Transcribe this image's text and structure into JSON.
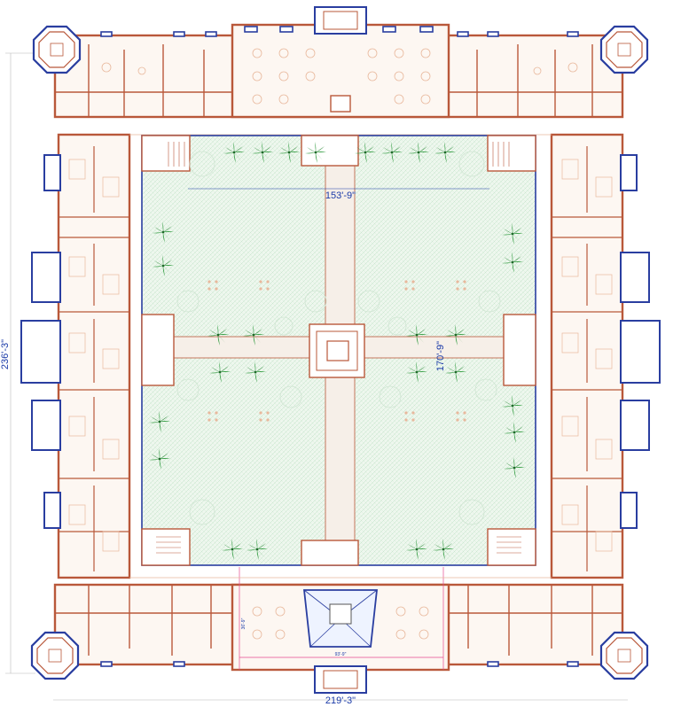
{
  "dimensions": {
    "courtyard_width": "153'-9\"",
    "courtyard_height": "170'-9\"",
    "overall_height": "236'-3\"",
    "overall_width": "219'-3\"",
    "entrance_width": "93'-9\"",
    "entrance_depth": "36'-9\""
  },
  "colors": {
    "wall": "#b9583a",
    "wall_light": "#e8b89c",
    "blue_wall": "#2a3ea0",
    "dimension": "#1a3aa8",
    "lawn": "#eef7ee",
    "lawn_hatch": "#b9dcc0",
    "palm": "#2e8b3a",
    "pathway": "#f6efe8",
    "guide_pink": "#e64b8f"
  }
}
